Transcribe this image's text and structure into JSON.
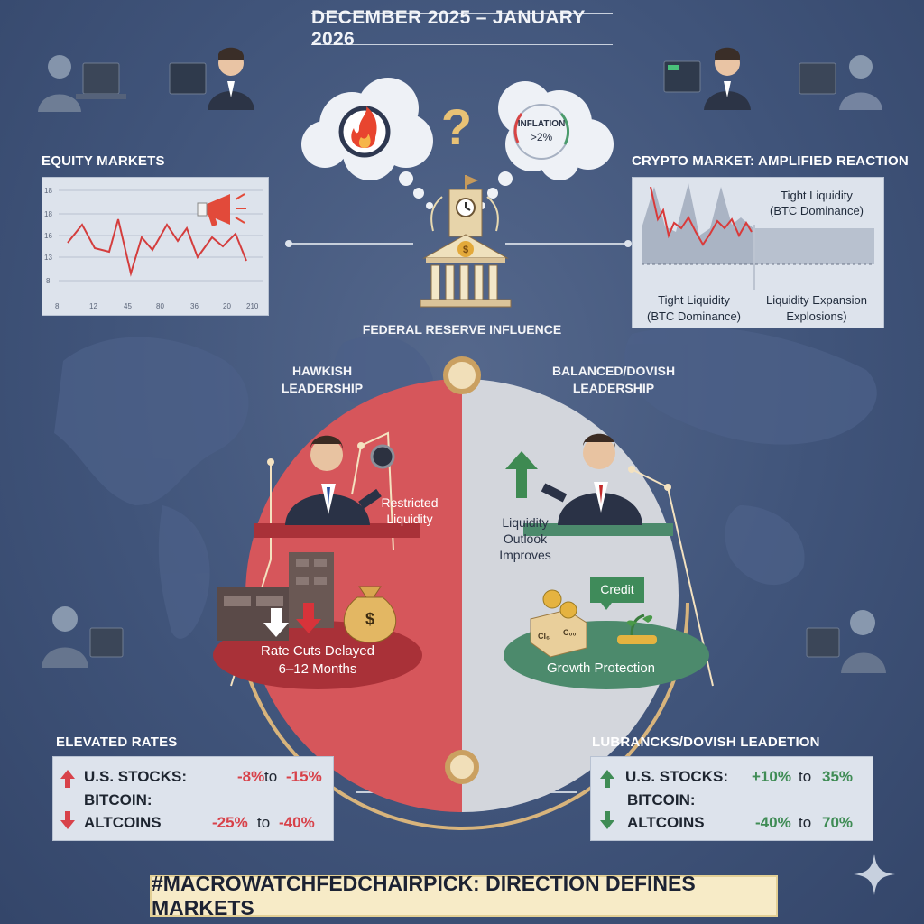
{
  "header": {
    "date_range": "DECEMBER 2025 – JANUARY 2026"
  },
  "equity": {
    "title": "EQUITY MARKETS",
    "y_ticks": [
      "18",
      "18",
      "16",
      "13",
      "8"
    ],
    "x_ticks": [
      "8",
      "12",
      "45",
      "80",
      "36",
      "20",
      "210"
    ]
  },
  "crypto": {
    "title": "CRYPTO MARKET: AMPLIFIED REACTION",
    "right_top_label_1": "Tight Liquidity",
    "right_top_label_2": "(BTC Dominance)",
    "bottom_left_label_1": "Tight Liquidity",
    "bottom_left_label_2": "(BTC Dominance)",
    "bottom_right_label_1": "Liquidity Expansion",
    "bottom_right_label_2": "Explosions)"
  },
  "thought": {
    "question": "?",
    "inflation_label": "INFLATION",
    "inflation_value": ">2%"
  },
  "fed": {
    "caption": "FEDERAL RESERVE INFLUENCE",
    "coin_symbol": "$"
  },
  "hawkish": {
    "title_1": "HAWKISH",
    "title_2": "LEADERSHIP",
    "liquidity_1": "Restricted",
    "liquidity_2": "Liquidity",
    "pill_1": "Rate Cuts Delayed",
    "pill_2": "6–12 Months",
    "bag_symbol": "$"
  },
  "dovish": {
    "title_1": "BALANCED/DOVISH",
    "title_2": "LEADERSHIP",
    "outlook_1": "Liquidity",
    "outlook_2": "Outlook",
    "outlook_3": "Improves",
    "credit": "Credit",
    "pill": "Growth Protection",
    "box_label_1": "Cl₆",
    "box_label_2": "C₀₀"
  },
  "elevated": {
    "title": "ELEVATED RATES",
    "rows": [
      {
        "label": "U.S. STOCKS:",
        "from": "-8%",
        "sep": "to",
        "to": "-15%"
      },
      {
        "label": "BITCOIN:"
      },
      {
        "label": "ALTCOINS",
        "from": "-25%",
        "sep": "to",
        "to": "-40%"
      }
    ]
  },
  "balanced": {
    "title": "LUBRANCKS/DOVISH LEADETION",
    "rows": [
      {
        "label": "U.S. STOCKS:",
        "from": "+10%",
        "sep": "to",
        "to": "35%"
      },
      {
        "label": "BITCOIN:"
      },
      {
        "label": "ALTCOINS",
        "from": "-40%",
        "sep": "to",
        "to": "70%"
      }
    ]
  },
  "footer": {
    "hashtag": "#MACROWATCHFEDCHAIRPICK: DIRECTION DEFINES MARKETS"
  },
  "colors": {
    "background": "#40547a",
    "hawkish": "#d6565b",
    "hawkish_pill": "#a93138",
    "dovish": "#d3d6dc",
    "dovish_pill": "#4c8a6c",
    "gold": "#d8b47c",
    "banner": "#f7ebc7"
  }
}
